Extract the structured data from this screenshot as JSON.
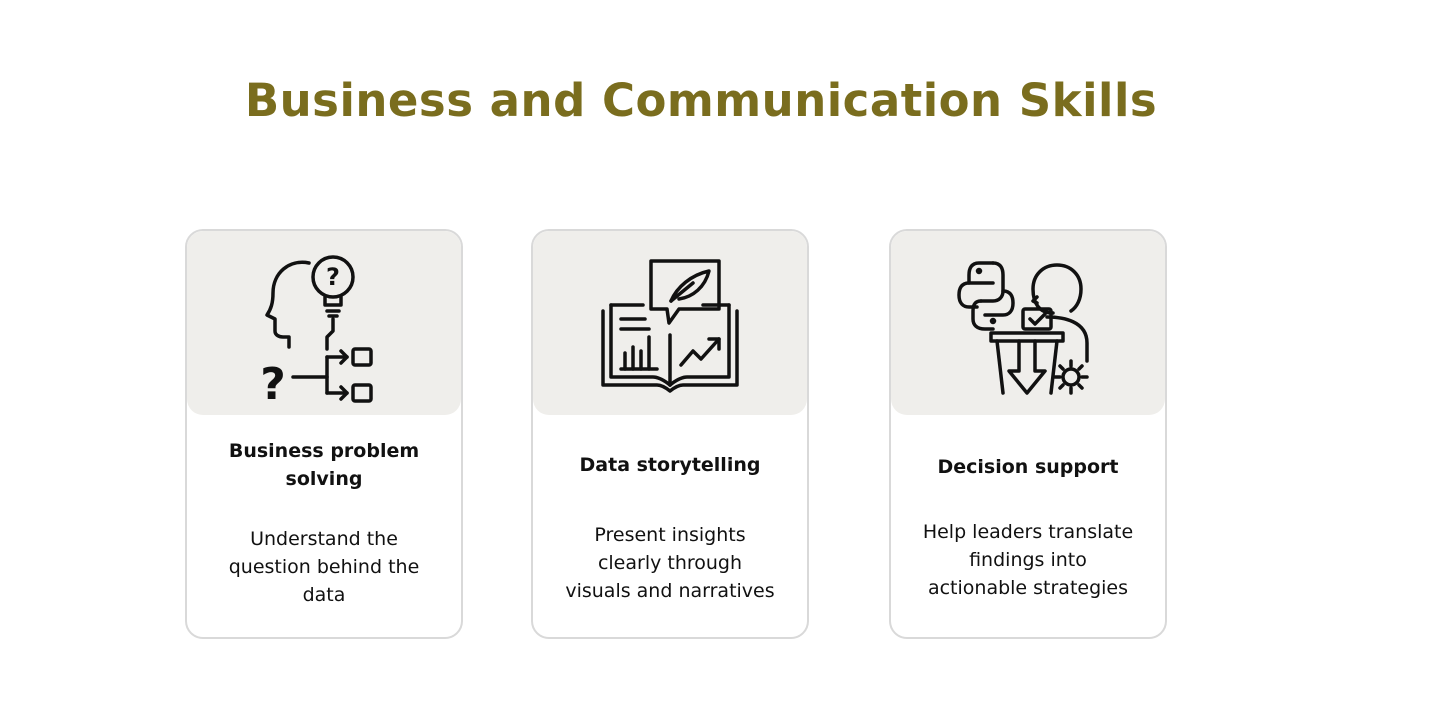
{
  "title": "Business and Communication Skills",
  "colors": {
    "title": "#7a6d1e",
    "card_top": "#efeeeb",
    "card_border": "#d9d9d9",
    "text": "#111111"
  },
  "cards": [
    {
      "icon": "head-lightbulb-question-flow-icon",
      "title": "Business problem\nsolving",
      "description": "Understand the\nquestion behind the\ndata"
    },
    {
      "icon": "open-book-chart-quill-icon",
      "title": "Data storytelling",
      "description": "Present insights\nclearly through\nvisuals and narratives"
    },
    {
      "icon": "python-person-podium-gear-icon",
      "title": "Decision support",
      "description": "Help leaders translate\nfindings into\nactionable strategies"
    }
  ]
}
